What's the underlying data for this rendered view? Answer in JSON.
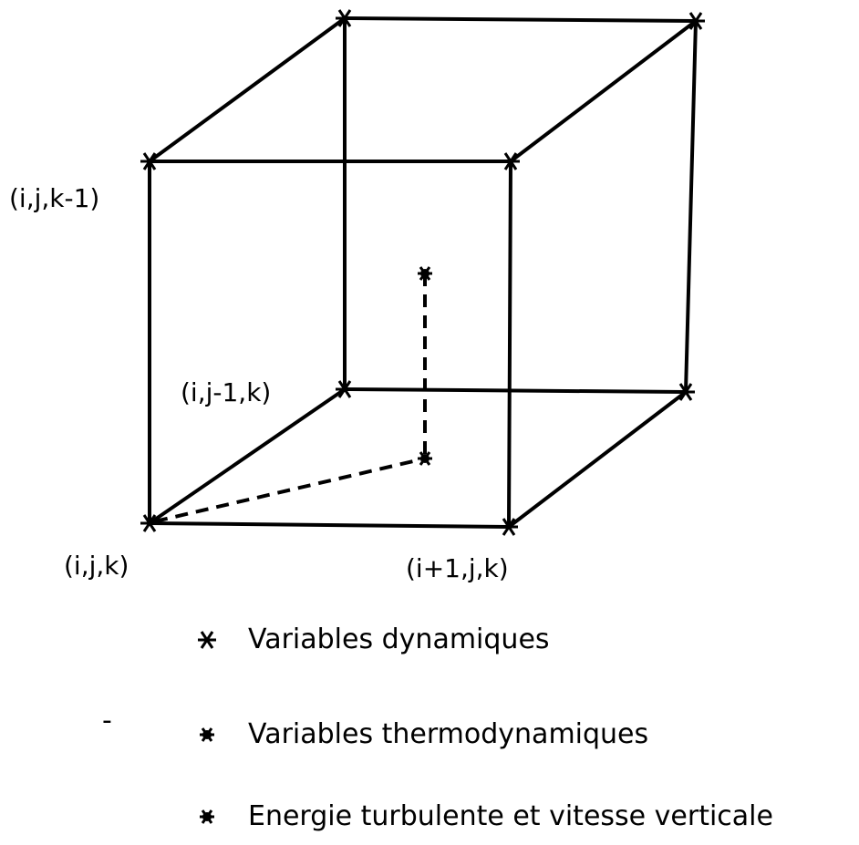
{
  "diagram": {
    "node_labels": {
      "i_j_km1": "(i,j,k-1)",
      "i_jm1_k": "(i,j-1,k)",
      "i_j_k": "(i,j,k)",
      "ip1_j_k": "(i+1,j,k)"
    },
    "legend": [
      {
        "symbol": "asterisk",
        "text": "Variables dynamiques"
      },
      {
        "symbol": "star-filled",
        "text": "Variables thermodynamiques"
      },
      {
        "symbol": "star-filled",
        "text": "Energie turbulente et vitesse verticale"
      }
    ],
    "stray_mark": "-"
  }
}
